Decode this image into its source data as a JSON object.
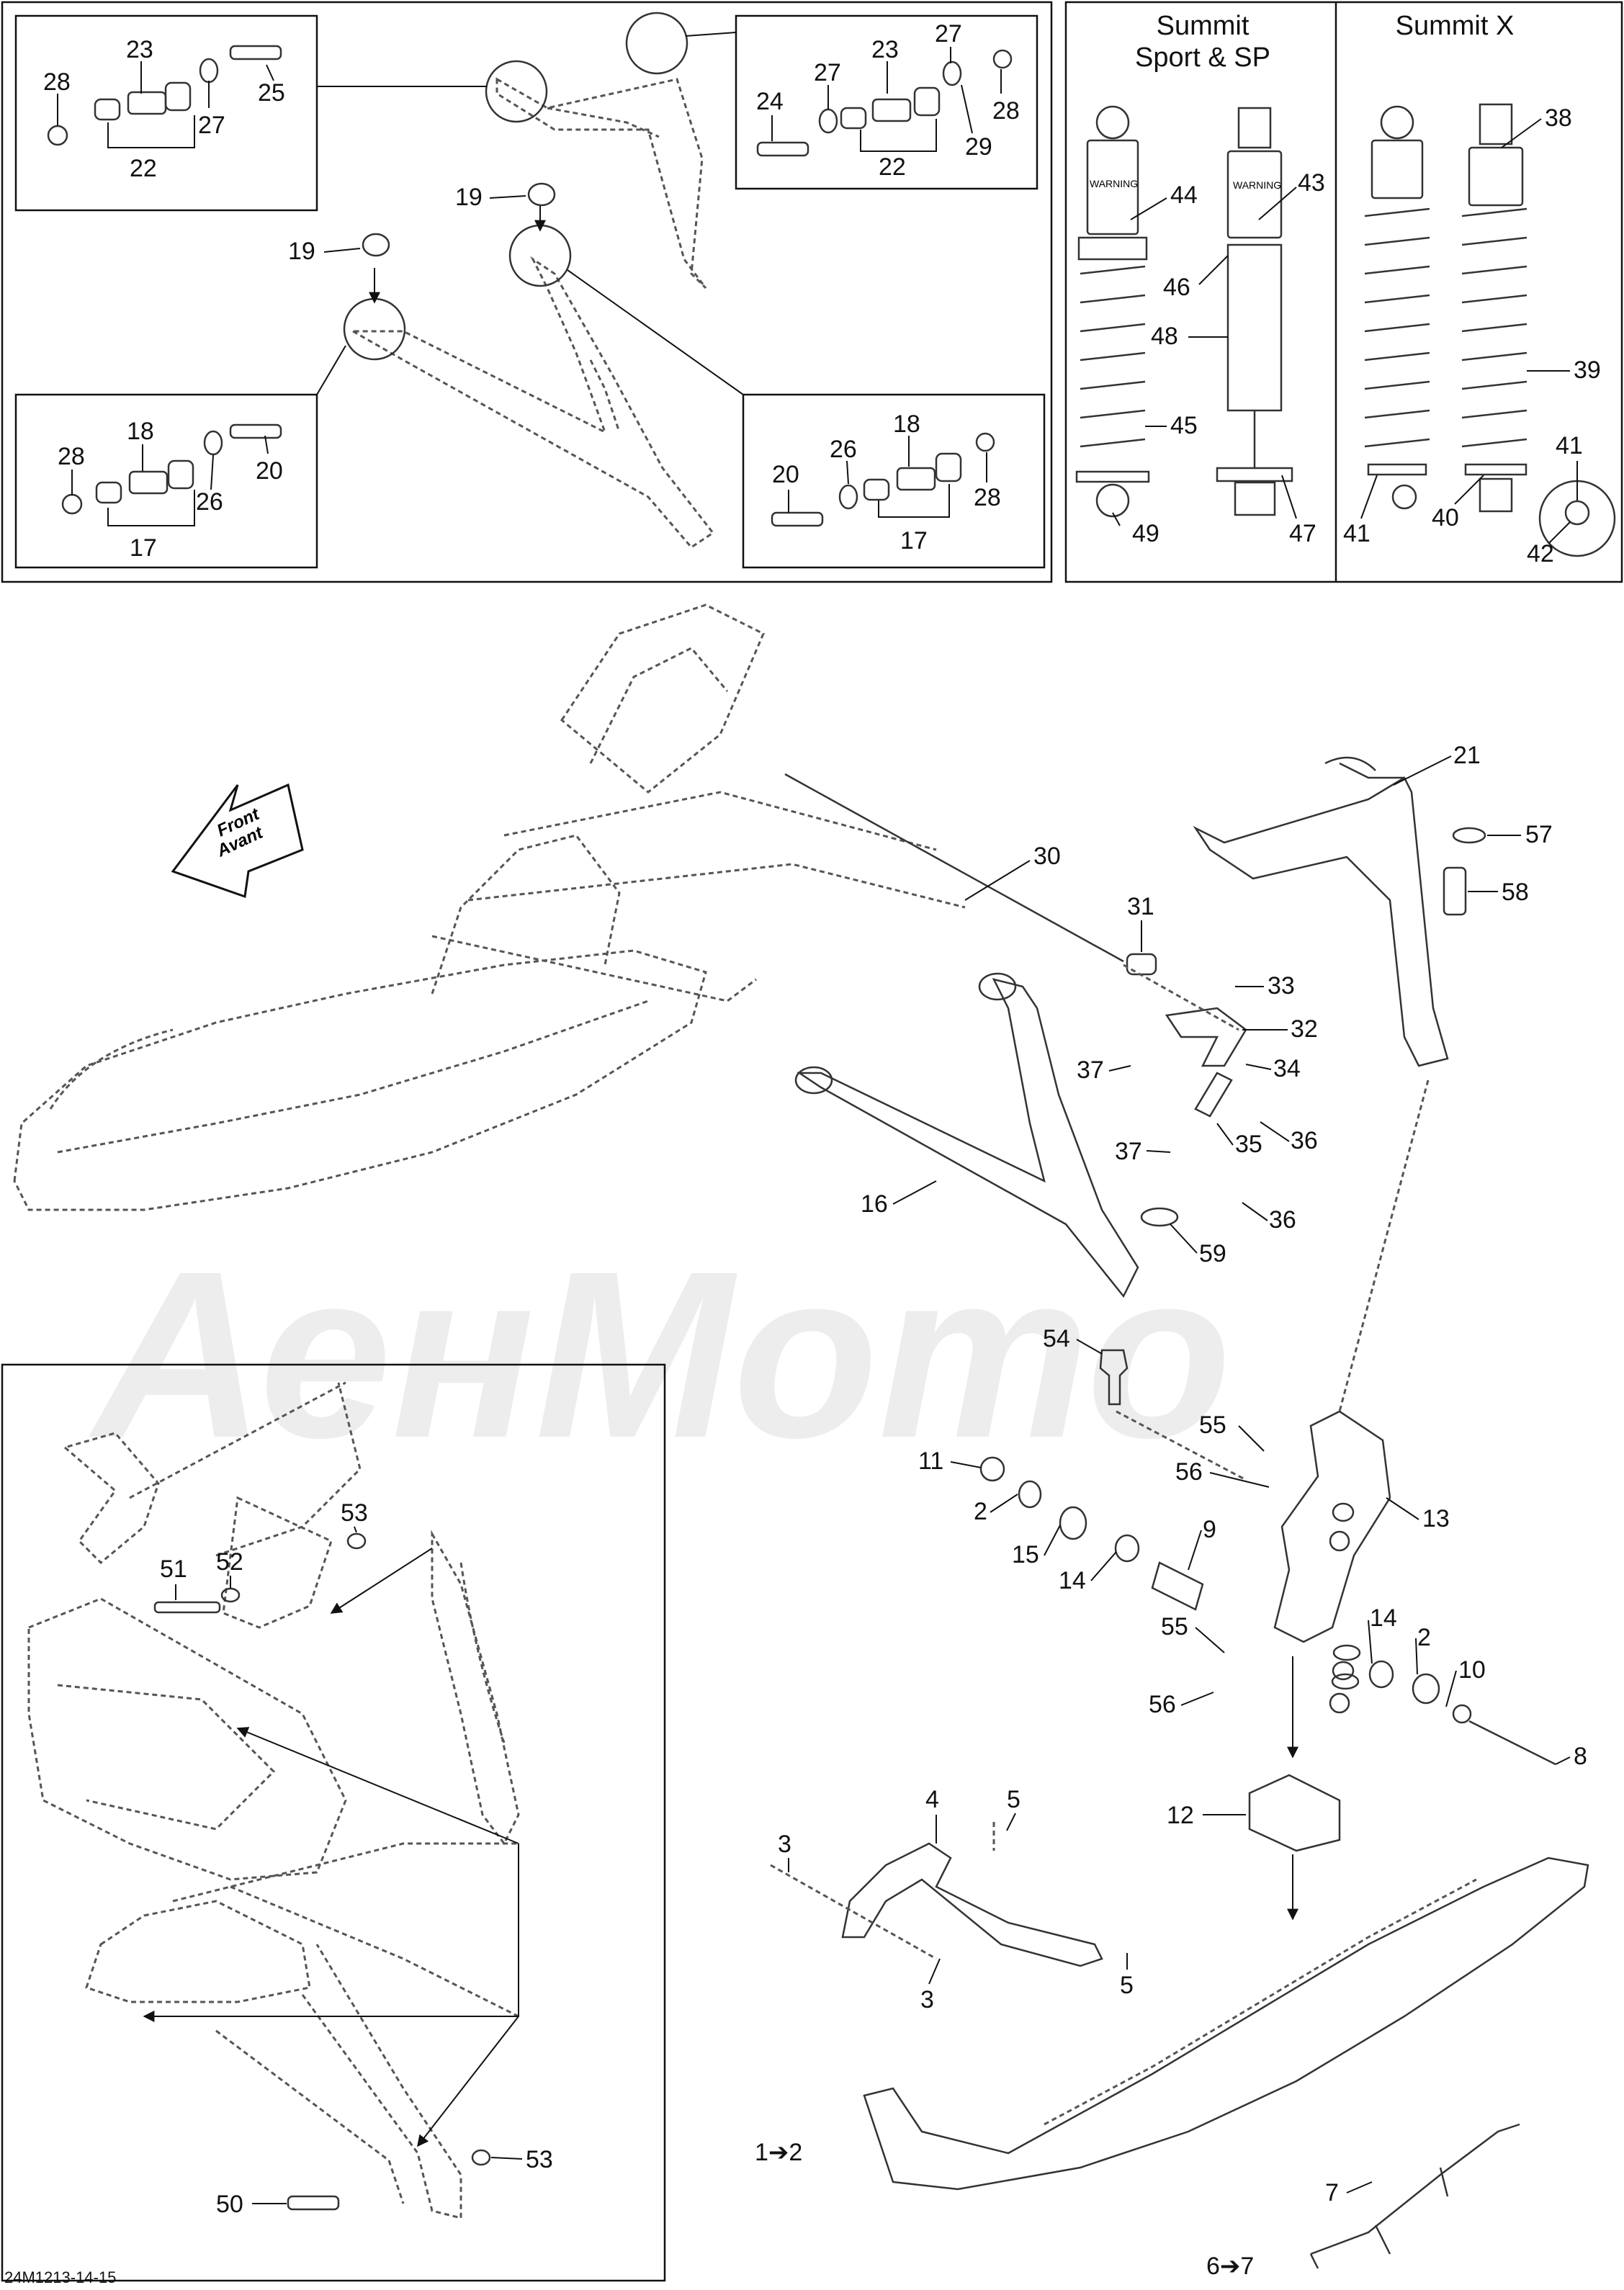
{
  "diagram_code": "24M1213-14-15",
  "watermark": "АенМото",
  "direction_label": {
    "line1": "Front",
    "line2": "Avant"
  },
  "shock_headers": {
    "left": [
      "Summit",
      "Sport & SP"
    ],
    "right": [
      "Summit X"
    ]
  },
  "shock_label_text": "WARNING",
  "callouts": [
    {
      "id": "c28a",
      "text": "28"
    },
    {
      "id": "c23a",
      "text": "23"
    },
    {
      "id": "c22a",
      "text": "22"
    },
    {
      "id": "c27a",
      "text": "27"
    },
    {
      "id": "c25",
      "text": "25"
    },
    {
      "id": "c27b",
      "text": "27"
    },
    {
      "id": "c23b",
      "text": "23"
    },
    {
      "id": "c27c",
      "text": "27"
    },
    {
      "id": "c24",
      "text": "24"
    },
    {
      "id": "c28b",
      "text": "28"
    },
    {
      "id": "c29",
      "text": "29"
    },
    {
      "id": "c22b",
      "text": "22"
    },
    {
      "id": "c19a",
      "text": "19"
    },
    {
      "id": "c19b",
      "text": "19"
    },
    {
      "id": "c28c",
      "text": "28"
    },
    {
      "id": "c18a",
      "text": "18"
    },
    {
      "id": "c20a",
      "text": "20"
    },
    {
      "id": "c26a",
      "text": "26"
    },
    {
      "id": "c17a",
      "text": "17"
    },
    {
      "id": "c18b",
      "text": "18"
    },
    {
      "id": "c20b",
      "text": "20"
    },
    {
      "id": "c26b",
      "text": "26"
    },
    {
      "id": "c28d",
      "text": "28"
    },
    {
      "id": "c17b",
      "text": "17"
    },
    {
      "id": "c44",
      "text": "44"
    },
    {
      "id": "c43",
      "text": "43"
    },
    {
      "id": "c46",
      "text": "46"
    },
    {
      "id": "c48",
      "text": "48"
    },
    {
      "id": "c45",
      "text": "45"
    },
    {
      "id": "c49",
      "text": "49"
    },
    {
      "id": "c47",
      "text": "47"
    },
    {
      "id": "c38",
      "text": "38"
    },
    {
      "id": "c39",
      "text": "39"
    },
    {
      "id": "c41a",
      "text": "41"
    },
    {
      "id": "c41b",
      "text": "41"
    },
    {
      "id": "c40",
      "text": "40"
    },
    {
      "id": "c42",
      "text": "42"
    },
    {
      "id": "c21",
      "text": "21"
    },
    {
      "id": "c57",
      "text": "57"
    },
    {
      "id": "c58",
      "text": "58"
    },
    {
      "id": "c30",
      "text": "30"
    },
    {
      "id": "c31",
      "text": "31"
    },
    {
      "id": "c33",
      "text": "33"
    },
    {
      "id": "c32",
      "text": "32"
    },
    {
      "id": "c37a",
      "text": "37"
    },
    {
      "id": "c34",
      "text": "34"
    },
    {
      "id": "c37b",
      "text": "37"
    },
    {
      "id": "c35",
      "text": "35"
    },
    {
      "id": "c36a",
      "text": "36"
    },
    {
      "id": "c36b",
      "text": "36"
    },
    {
      "id": "c16",
      "text": "16"
    },
    {
      "id": "c59",
      "text": "59"
    },
    {
      "id": "c54",
      "text": "54"
    },
    {
      "id": "c55a",
      "text": "55"
    },
    {
      "id": "c56a",
      "text": "56"
    },
    {
      "id": "c13",
      "text": "13"
    },
    {
      "id": "c11",
      "text": "11"
    },
    {
      "id": "c2a",
      "text": "2"
    },
    {
      "id": "c15",
      "text": "15"
    },
    {
      "id": "c9",
      "text": "9"
    },
    {
      "id": "c14a",
      "text": "14"
    },
    {
      "id": "c55b",
      "text": "55"
    },
    {
      "id": "c14b",
      "text": "14"
    },
    {
      "id": "c2b",
      "text": "2"
    },
    {
      "id": "c10",
      "text": "10"
    },
    {
      "id": "c56b",
      "text": "56"
    },
    {
      "id": "c8",
      "text": "8"
    },
    {
      "id": "c4",
      "text": "4"
    },
    {
      "id": "c5a",
      "text": "5"
    },
    {
      "id": "c3a",
      "text": "3"
    },
    {
      "id": "c12",
      "text": "12"
    },
    {
      "id": "c3b",
      "text": "3"
    },
    {
      "id": "c5b",
      "text": "5"
    },
    {
      "id": "c7",
      "text": "7"
    },
    {
      "id": "c1to2",
      "text": "1➔2"
    },
    {
      "id": "c6to7",
      "text": "6➔7"
    },
    {
      "id": "c53a",
      "text": "53"
    },
    {
      "id": "c51",
      "text": "51"
    },
    {
      "id": "c52",
      "text": "52"
    },
    {
      "id": "c50",
      "text": "50"
    },
    {
      "id": "c53b",
      "text": "53"
    }
  ]
}
